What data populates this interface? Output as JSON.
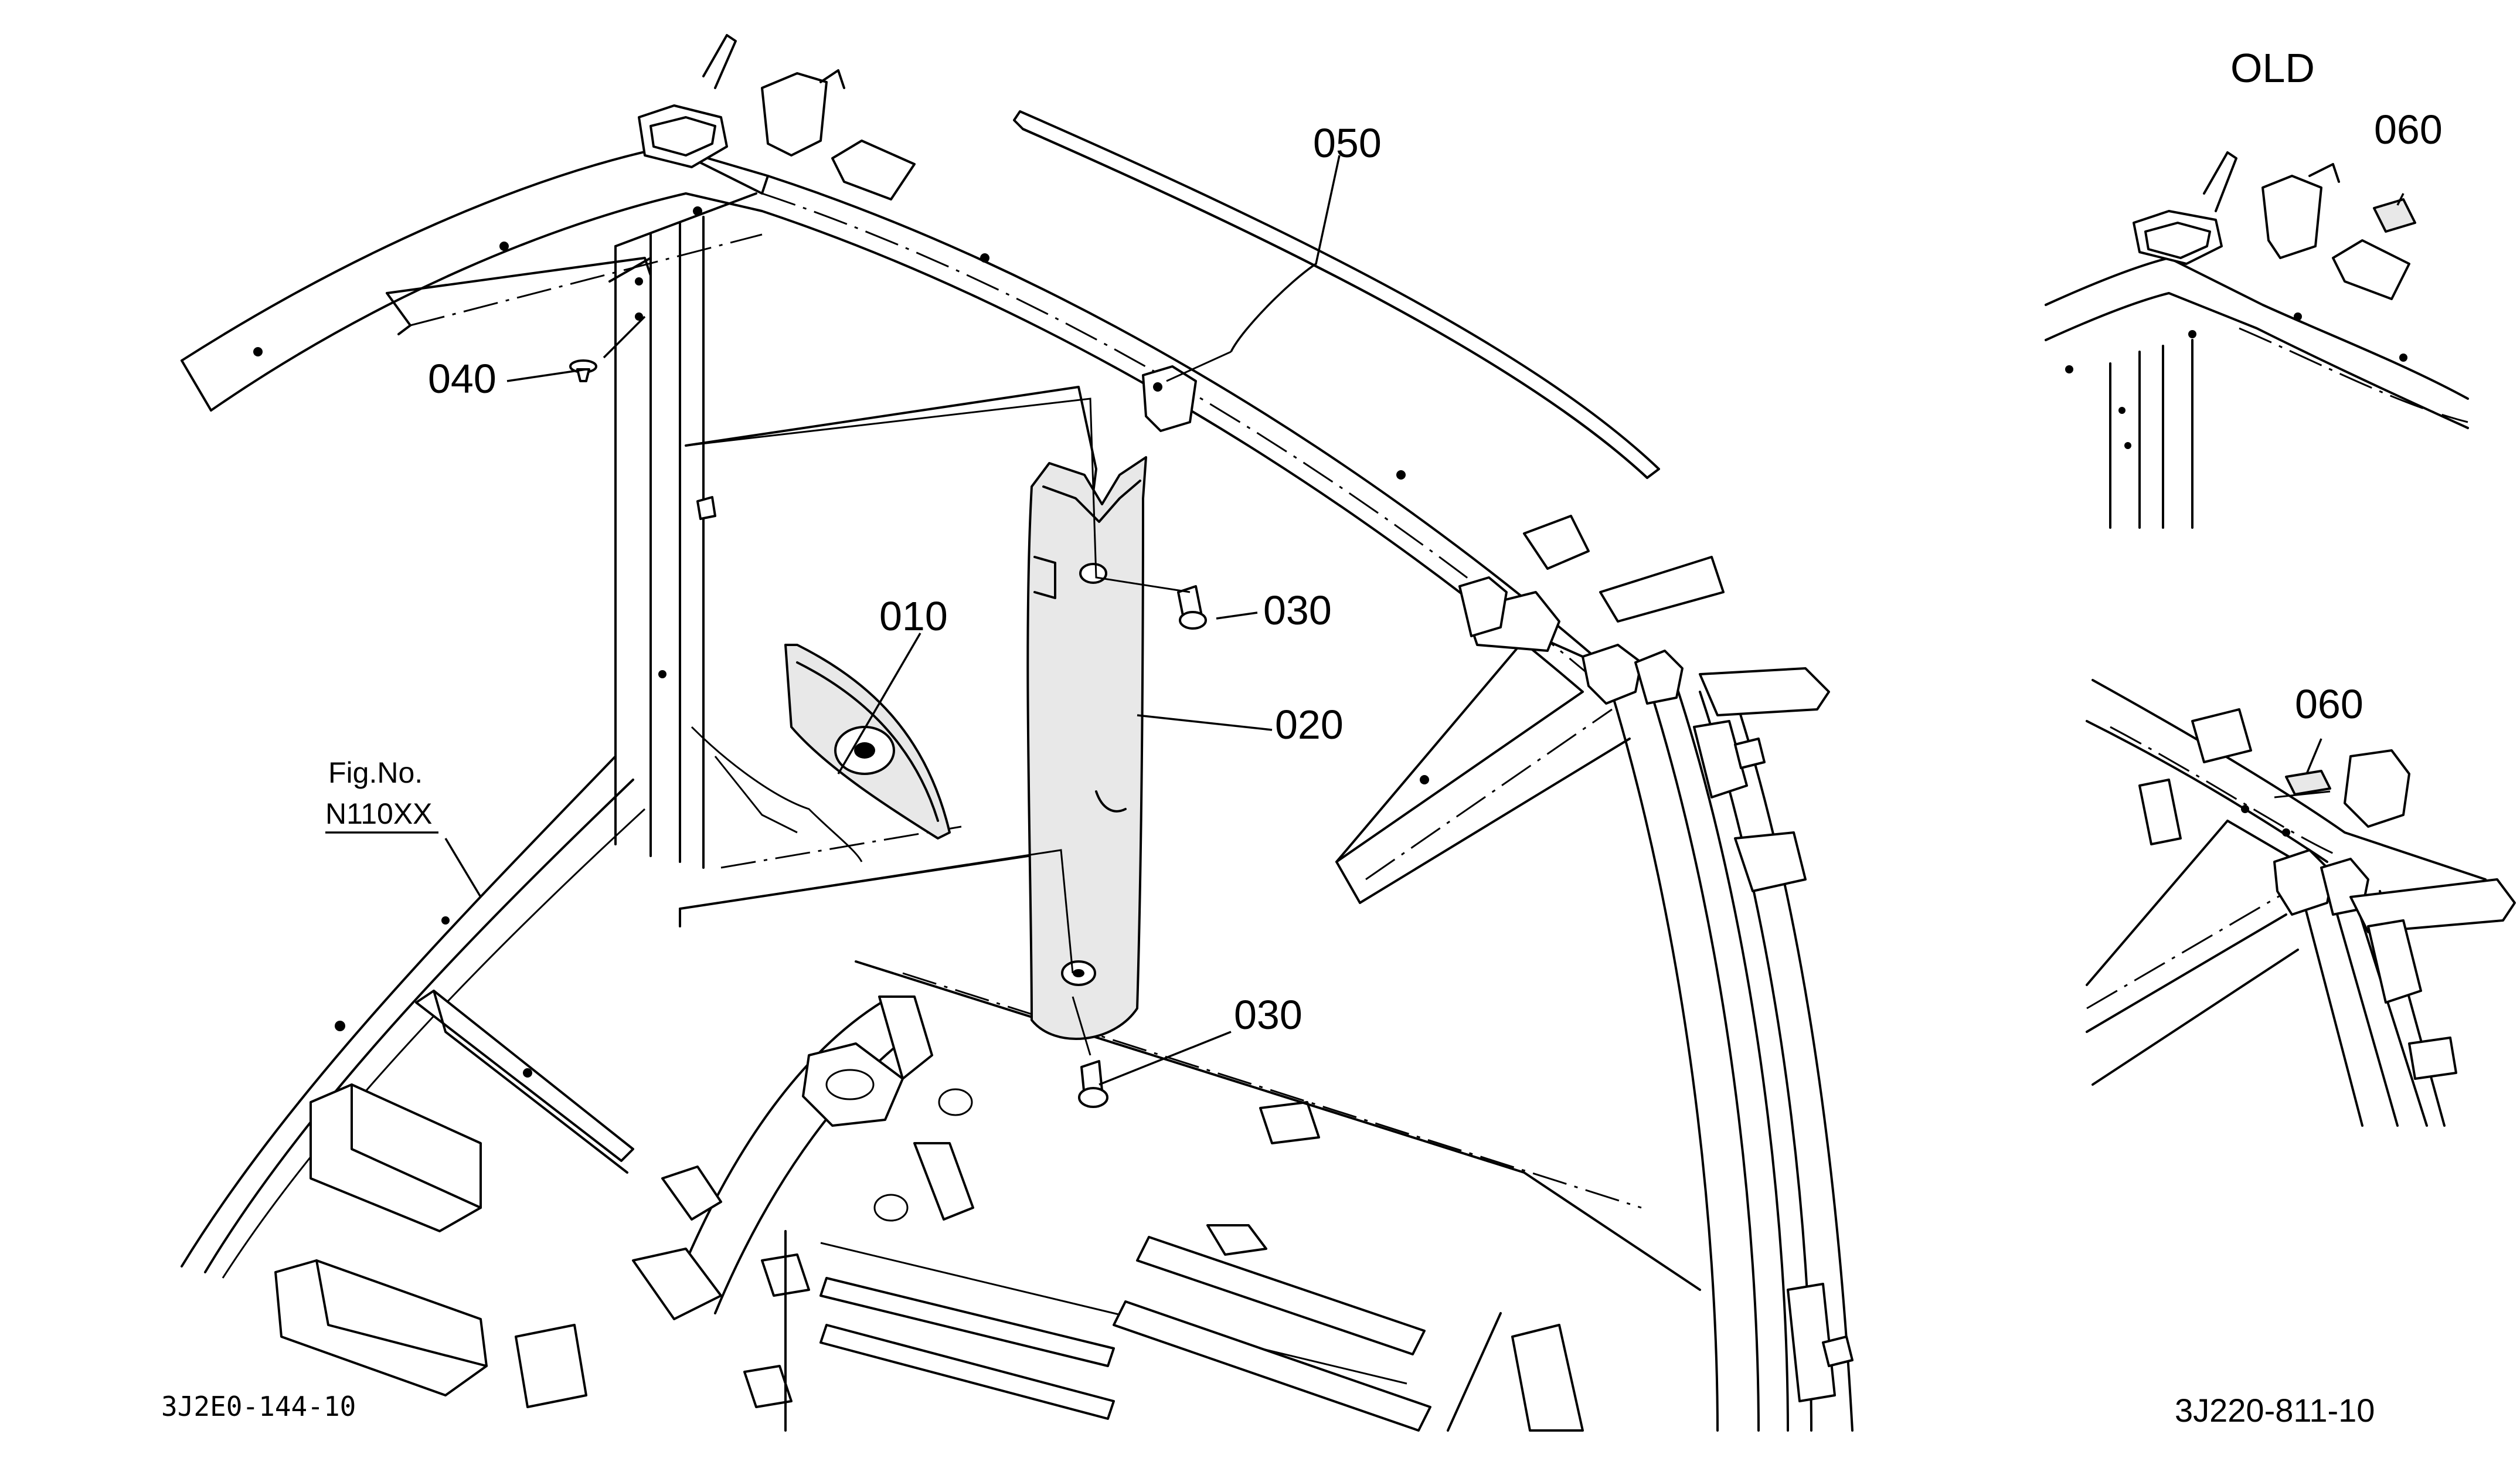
{
  "labels": {
    "p010": "010",
    "p020": "020",
    "p030a": "030",
    "p030b": "030",
    "p040": "040",
    "p050": "050",
    "p060a": "060",
    "p060b": "060",
    "old": "OLD",
    "fig_no": "Fig.No.",
    "fig_ref": "N110XX",
    "left_code": "3J2E0-144-10",
    "right_code": "3J220-811-10"
  }
}
